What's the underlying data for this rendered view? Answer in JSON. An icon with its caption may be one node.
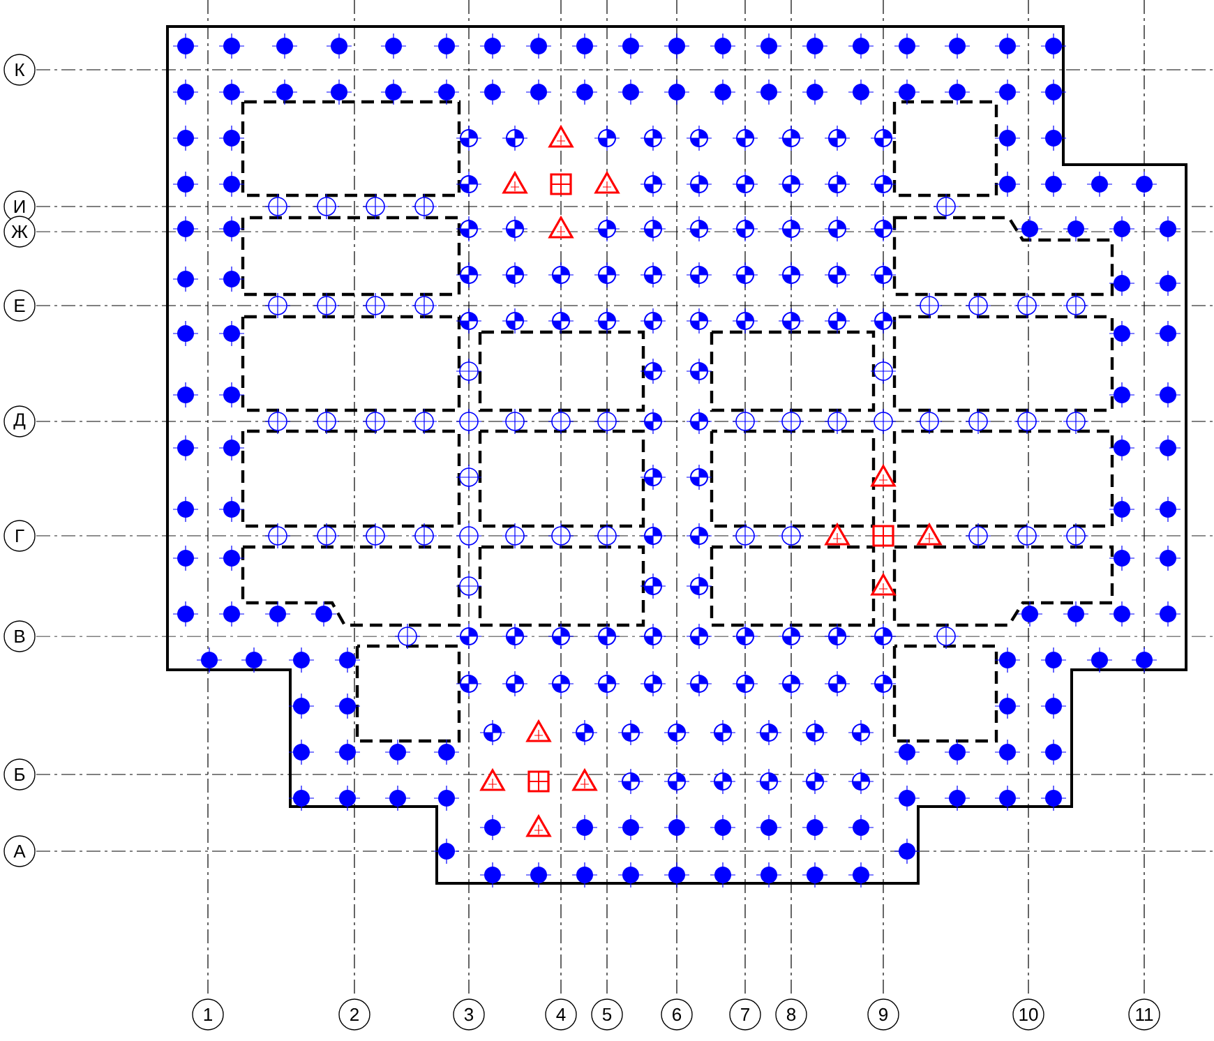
{
  "diagram": {
    "nodes": [
      {
        "text": [
          "К"
        ]
      },
      {
        "text": [
          "И"
        ]
      },
      {
        "text": [
          "Ж"
        ]
      },
      {
        "text": [
          "Е"
        ]
      },
      {
        "text": [
          "Д"
        ]
      },
      {
        "text": [
          "Г"
        ]
      },
      {
        "text": [
          "В"
        ]
      },
      {
        "text": [
          "Б"
        ]
      },
      {
        "text": [
          "А"
        ]
      },
      {
        "text": [
          "1"
        ]
      },
      {
        "text": [
          "2"
        ]
      },
      {
        "text": [
          "3"
        ]
      },
      {
        "text": [
          "4"
        ]
      },
      {
        "text": [
          "5"
        ]
      },
      {
        "text": [
          "6"
        ]
      },
      {
        "text": [
          "7"
        ]
      },
      {
        "text": [
          "8"
        ]
      },
      {
        "text": [
          "9"
        ]
      },
      {
        "text": [
          "10"
        ]
      },
      {
        "text": [
          "11"
        ]
      }
    ]
  }
}
